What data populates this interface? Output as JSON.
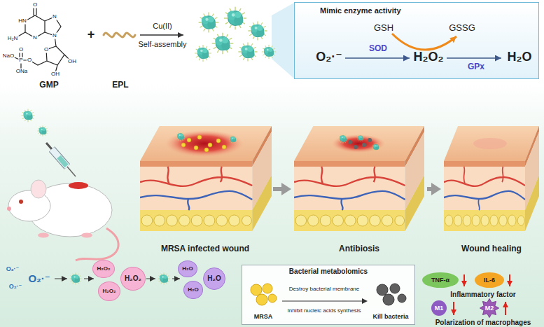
{
  "diagram": {
    "nodes": [
      {
        "text": [
          "Mimic enzyme activity"
        ]
      },
      {
        "text": [
          "MRSA infected wound"
        ]
      },
      {
        "text": [
          "Antibiosis"
        ]
      },
      {
        "text": [
          "Wound healing"
        ]
      },
      {
        "text": [
          "Bacterial metabolomics"
        ]
      },
      {
        "text": [
          "MRSA"
        ],
        "in": 4
      },
      {
        "text": [
          "Kill bacteria"
        ],
        "in": 4
      },
      {
        "text": [
          "TNF-α"
        ]
      },
      {
        "text": [
          "IL-6"
        ]
      },
      {
        "text": [
          "M1"
        ]
      },
      {
        "text": [
          "M2"
        ]
      },
      {
        "text": [
          "H₂O₂"
        ]
      },
      {
        "text": [
          "H₂O₂"
        ]
      },
      {
        "text": [
          "H₂O₂"
        ]
      },
      {
        "text": [
          "H₂O"
        ]
      },
      {
        "text": [
          "H₂O"
        ]
      },
      {
        "text": [
          "H₂O"
        ]
      }
    ],
    "edges": [
      {
        "from": 1,
        "to": 2,
        "arrow": "to"
      },
      {
        "from": 2,
        "to": 3,
        "arrow": "to"
      },
      {
        "from": 5,
        "to": 6,
        "arrow": "to"
      }
    ],
    "labels": [
      "O",
      "HN",
      "N",
      "N",
      "N",
      "H₂N",
      "NaO",
      "P",
      "ONa",
      "O",
      "O",
      "O",
      "OH",
      "OH",
      "GMP",
      "+",
      "EPL",
      "Cu(II)",
      "Self-assembly",
      "GSH",
      "GSSG",
      "O₂·⁻",
      "SOD",
      "H₂O₂",
      "GPx",
      "H₂O",
      "O₂·⁻",
      "O₂·⁻",
      "O₂·⁻",
      "Destroy bacterial membrane",
      "Inhibit nucleic acids synthesis",
      "Inflammatory factor",
      "Polarization of macrophages"
    ]
  }
}
